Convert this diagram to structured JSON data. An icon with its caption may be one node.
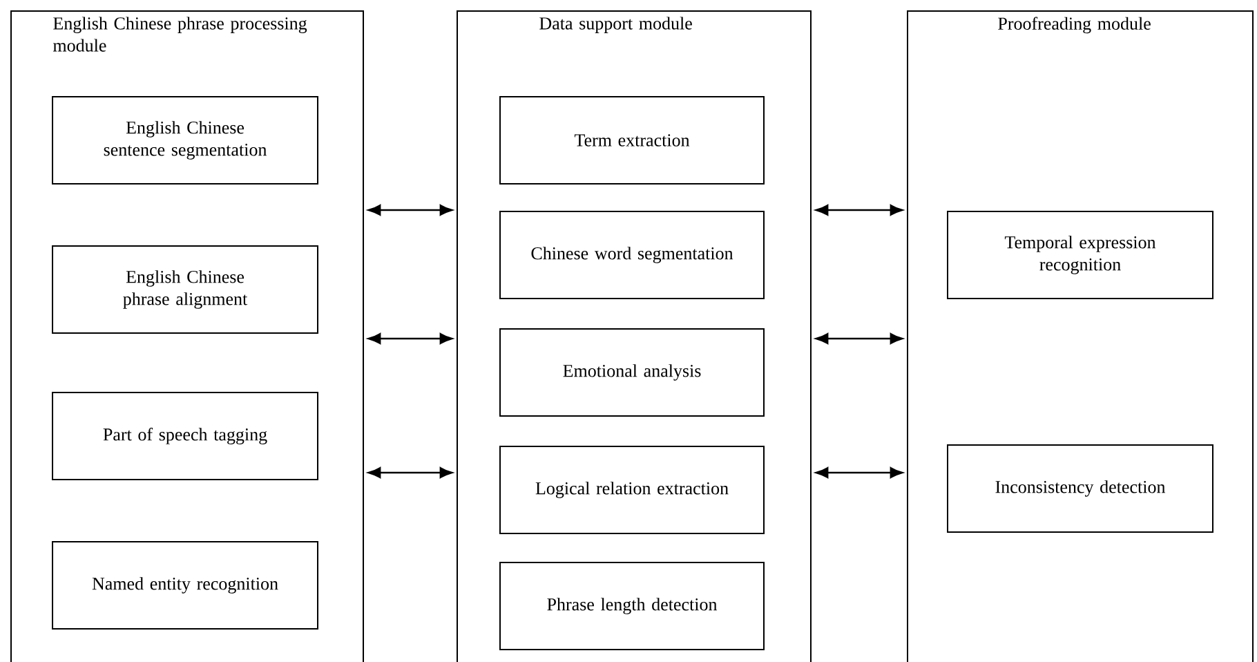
{
  "diagram": {
    "nodes": [
      {
        "text": [
          "English Chinese phrase processing module"
        ]
      },
      {
        "text": [
          "English Chinese sentence segmentation"
        ],
        "in": 0
      },
      {
        "text": [
          "English Chinese phrase alignment"
        ],
        "in": 0
      },
      {
        "text": [
          "Part of speech tagging"
        ],
        "in": 0
      },
      {
        "text": [
          "Named entity recognition"
        ],
        "in": 0
      },
      {
        "text": [
          "Data support module"
        ]
      },
      {
        "text": [
          "Term extraction"
        ],
        "in": 5
      },
      {
        "text": [
          "Chinese word segmentation"
        ],
        "in": 5
      },
      {
        "text": [
          "Emotional analysis"
        ],
        "in": 5
      },
      {
        "text": [
          "Logical relation extraction"
        ],
        "in": 5
      },
      {
        "text": [
          "Phrase length detection"
        ],
        "in": 5
      },
      {
        "text": [
          "Proofreading module"
        ]
      },
      {
        "text": [
          "Temporal expression recognition"
        ],
        "in": 11
      },
      {
        "text": [
          "Inconsistency detection"
        ],
        "in": 11
      }
    ],
    "edges": [
      {
        "from": 0,
        "to": 5,
        "arrow": "both"
      },
      {
        "from": 0,
        "to": 5,
        "arrow": "both"
      },
      {
        "from": 0,
        "to": 5,
        "arrow": "both"
      },
      {
        "from": 5,
        "to": 11,
        "arrow": "both"
      },
      {
        "from": 5,
        "to": 11,
        "arrow": "both"
      },
      {
        "from": 5,
        "to": 11,
        "arrow": "both"
      }
    ]
  }
}
